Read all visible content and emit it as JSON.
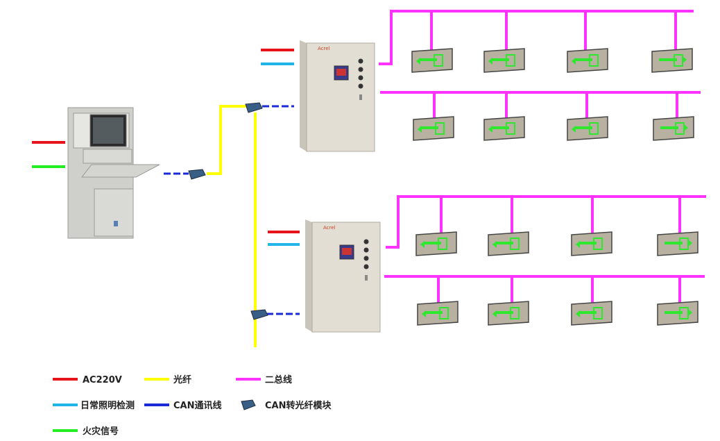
{
  "colors": {
    "ac220v": "#e8141b",
    "fiber": "#ffff00",
    "two_bus": "#ff33ff",
    "daily_light": "#1fb5e8",
    "can": "#1a2ad6",
    "fire": "#22ee22",
    "cabinet": "#e2ded3",
    "sign_face": "#b8b0a0",
    "sign_green": "#2de82d"
  },
  "cabinet": {
    "brand": "Acrel"
  },
  "legend": {
    "ac220v": "AC220V",
    "fiber": "光纤",
    "two_bus": "二总线",
    "daily_light": "日常照明检测",
    "can": "CAN通讯线",
    "can_fiber_module": "CAN转光纤模块",
    "fire": "火灾信号"
  },
  "icons": {
    "workstation": "monitor-workstation-icon",
    "converter": "can-fiber-converter-icon",
    "cabinet": "distribution-cabinet-icon",
    "exit_sign": "exit-sign-icon"
  }
}
